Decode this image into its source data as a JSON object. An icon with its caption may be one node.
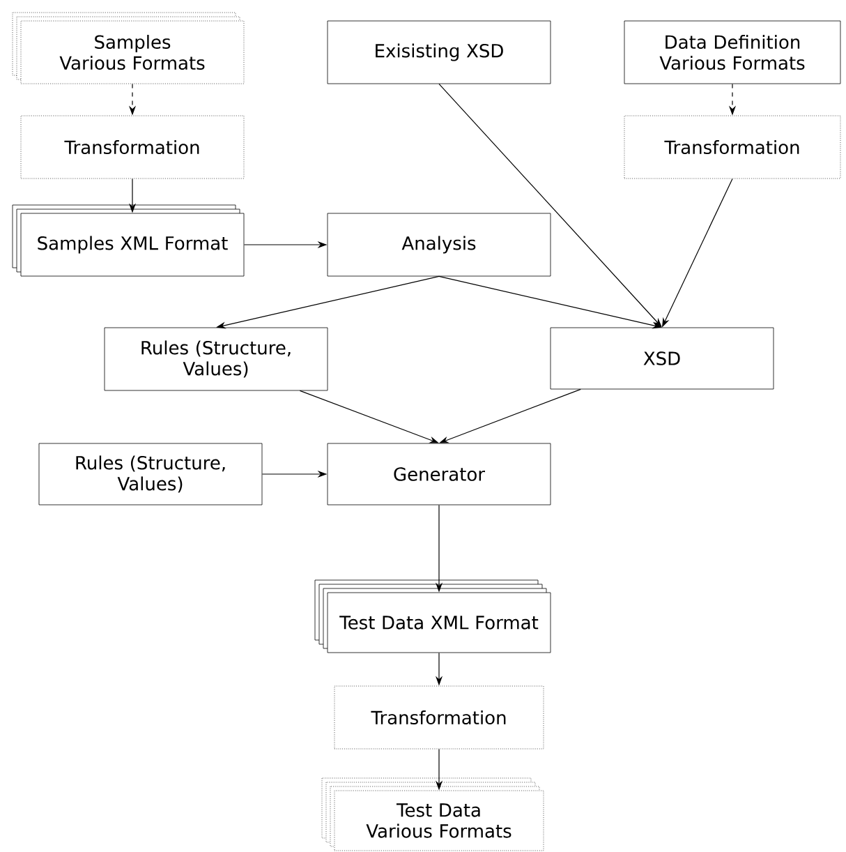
{
  "diagram": {
    "nodes": [
      {
        "text": [
          "Samples Various Formats"
        ]
      },
      {
        "text": [
          "Exisisting XSD"
        ]
      },
      {
        "text": [
          "Data Definition Various Formats"
        ]
      },
      {
        "text": [
          "Transformation"
        ]
      },
      {
        "text": [
          "Transformation"
        ]
      },
      {
        "text": [
          "Samples XML Format"
        ]
      },
      {
        "text": [
          "Analysis"
        ]
      },
      {
        "text": [
          "Rules (Structure, Values)"
        ]
      },
      {
        "text": [
          "XSD"
        ]
      },
      {
        "text": [
          "Rules (Structure, Values)"
        ]
      },
      {
        "text": [
          "Generator"
        ]
      },
      {
        "text": [
          "Test Data XML Format"
        ]
      },
      {
        "text": [
          "Transformation"
        ]
      },
      {
        "text": [
          "Test Data Various Formats"
        ]
      }
    ],
    "edges": [
      {
        "from": 0,
        "to": 3,
        "arrow": "to",
        "style": "dashed"
      },
      {
        "from": 3,
        "to": 5,
        "arrow": "to"
      },
      {
        "from": 5,
        "to": 6,
        "arrow": "to"
      },
      {
        "from": 1,
        "to": 8,
        "arrow": "to"
      },
      {
        "from": 2,
        "to": 4,
        "arrow": "to",
        "style": "dashed"
      },
      {
        "from": 4,
        "to": 8,
        "arrow": "to"
      },
      {
        "from": 6,
        "to": 7,
        "arrow": "to"
      },
      {
        "from": 6,
        "to": 8,
        "arrow": "to"
      },
      {
        "from": 7,
        "to": 10,
        "arrow": "to"
      },
      {
        "from": 8,
        "to": 10,
        "arrow": "to"
      },
      {
        "from": 9,
        "to": 10,
        "arrow": "to"
      },
      {
        "from": 10,
        "to": 11,
        "arrow": "to"
      },
      {
        "from": 11,
        "to": 12,
        "arrow": "to"
      },
      {
        "from": 12,
        "to": 13,
        "arrow": "to"
      }
    ]
  }
}
